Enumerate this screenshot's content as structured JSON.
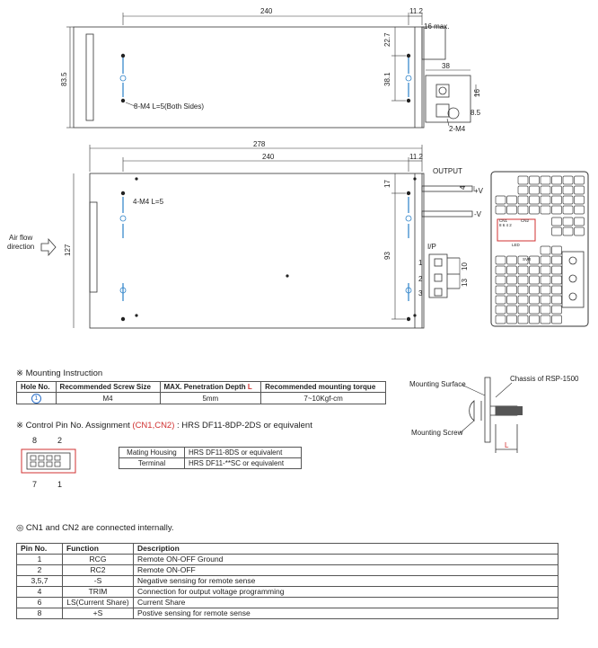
{
  "top_drawing": {
    "dims": {
      "length": "240",
      "offset": "11.2",
      "height": "83.5",
      "hole_top": "22.7",
      "hole_span": "38.1",
      "max_depth": "16 max.",
      "bracket_w": "38",
      "bracket_h": "16",
      "hole_dia": "8.5"
    },
    "labels": {
      "screws": "8-M4 L=5(Both Sides)",
      "bracket_screw": "2-M4"
    }
  },
  "bottom_drawing": {
    "dims": {
      "overall": "278",
      "length": "240",
      "offset": "11.2",
      "height": "127",
      "hole_top": "17",
      "hole_span": "93",
      "out_gap": "4",
      "ip_pitch1": "10",
      "ip_pitch2": "13"
    },
    "labels": {
      "screws": "4-M4 L=5",
      "airflow_line1": "Air flow",
      "airflow_line2": "direction",
      "output": "OUTPUT",
      "plus_v": "+V",
      "minus_v": "-V",
      "ip": "I/P",
      "t1": "1",
      "t2": "2",
      "t3": "3"
    }
  },
  "front_panel": {
    "cn1": "CN1",
    "cn2": "CN2",
    "pins": "8 6 4 2",
    "led": "LED",
    "svr": "SVR"
  },
  "mounting": {
    "title": "※ Mounting Instruction",
    "headers": [
      "Hole No.",
      "Recommended Screw Size",
      "MAX. Penetration Depth ",
      "Recommended mounting torque"
    ],
    "depth_letter": "L",
    "row": {
      "hole": "1",
      "screw": "M4",
      "depth": "5mm",
      "torque": "7~10Kgf-cm"
    }
  },
  "mount_diagram": {
    "surface": "Mounting Surface",
    "chassis": "Chassis of RSP-1500",
    "screw": "Mounting Screw",
    "L": "L"
  },
  "control_pin": {
    "prefix": "※ Control Pin No. Assignment ",
    "cn": "(CN1,CN2)",
    "suffix": " : HRS DF11-8DP-2DS or equivalent",
    "connector_top": [
      "8",
      "2"
    ],
    "connector_bottom": [
      "7",
      "1"
    ],
    "housing": [
      {
        "label": "Mating Housing",
        "value": "HRS DF11-8DS or equivalent"
      },
      {
        "label": "Terminal",
        "value": "HRS DF11-**SC or equivalent"
      }
    ]
  },
  "note": "◎ CN1 and CN2 are connected internally.",
  "pin_table": {
    "headers": [
      "Pin No.",
      "Function",
      "Description"
    ],
    "rows": [
      {
        "pin": "1",
        "func": "RCG",
        "desc": "Remote ON-OFF Ground"
      },
      {
        "pin": "2",
        "func": "RC2",
        "desc": "Remote ON-OFF"
      },
      {
        "pin": "3,5,7",
        "func": "-S",
        "desc": "Negative sensing for remote sense"
      },
      {
        "pin": "4",
        "func": "TRIM",
        "desc": "Connection for output voltage programming"
      },
      {
        "pin": "6",
        "func": "LS(Current Share)",
        "desc": "Current Share"
      },
      {
        "pin": "8",
        "func": "+S",
        "desc": "Postive sensing for remote sense"
      }
    ]
  }
}
